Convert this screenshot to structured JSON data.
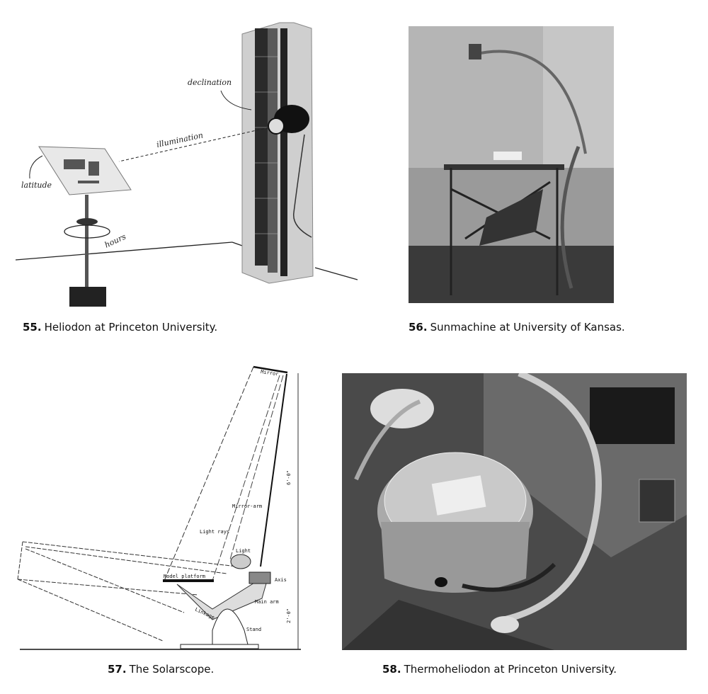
{
  "figures": [
    {
      "number": "55.",
      "caption": "Heliodon at Princeton University.",
      "annotations": {
        "declination": "declination",
        "illumination": "illumination",
        "latitude": "latitude",
        "hours": "hours"
      }
    },
    {
      "number": "56.",
      "caption": "Sunmachine at University of Kansas."
    },
    {
      "number": "57.",
      "caption": "The Solarscope.",
      "labels": {
        "mirror": "Mirror",
        "mirror_arm": "Mirror-arm",
        "light_rays": "Light rays",
        "light": "Light",
        "model_platform": "Model platform",
        "axis": "Axis",
        "main_arm": "Main arm",
        "linkage": "Linkage",
        "stand": "Stand",
        "dim_upper": "6'-0\"",
        "dim_lower": "2'-0\""
      }
    },
    {
      "number": "58.",
      "caption": "Thermoheliodon at Princeton University."
    }
  ],
  "colors": {
    "ink": "#111111",
    "photo_mid": "#8a8a8a"
  }
}
